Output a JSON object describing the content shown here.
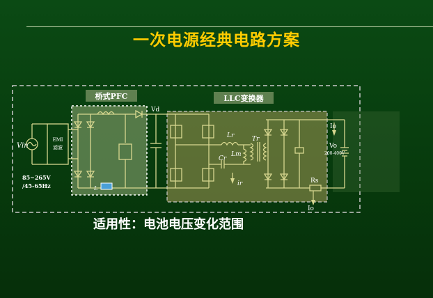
{
  "slide": {
    "title": "一次电源经典电路方案",
    "caption": "适用性：电池电压变化范围"
  },
  "diagram": {
    "pfc_label": "桥式PFC",
    "llc_label": "LLC变换器",
    "vin_label": "Vin",
    "emi_label_1": "EMI",
    "emi_label_2": "滤波",
    "input_range_1": "85~265V",
    "input_range_2": "/45-65Hz",
    "vd_label": "Vd",
    "lr_label": "Lr",
    "lm_label": "Lm",
    "cr_label": "Cr",
    "tr_label": "Tr",
    "ir_label": "ir",
    "io_top_label": "Io",
    "vo_label": "Vo",
    "vo_range": "200-400V",
    "rs_label": "Rs",
    "io_bottom_label": "Io",
    "pfc_sense_label": "L"
  },
  "colors": {
    "background": "#0a3d10",
    "title": "#ffcc00",
    "wire": "#d8d890",
    "pfc_fill": "#6f8f5c",
    "llc_fill": "#8a8a4a",
    "label_text": "#ffffff"
  }
}
